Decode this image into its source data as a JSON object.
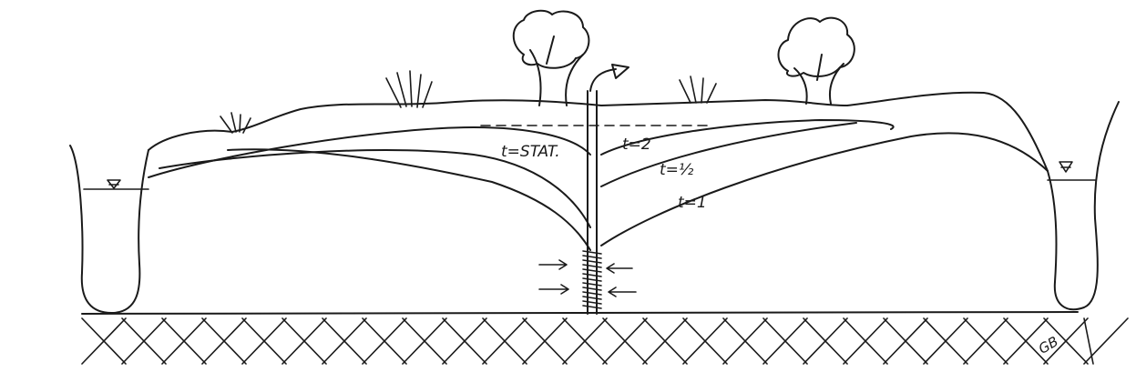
{
  "labels": {
    "t_stat": "t=STAT.",
    "t_2": "t=2",
    "t_half": "t=½",
    "t_1": "t=1",
    "signature": "GB"
  },
  "colors": {
    "ink": "#1a1a1a",
    "paper": "#ffffff"
  }
}
